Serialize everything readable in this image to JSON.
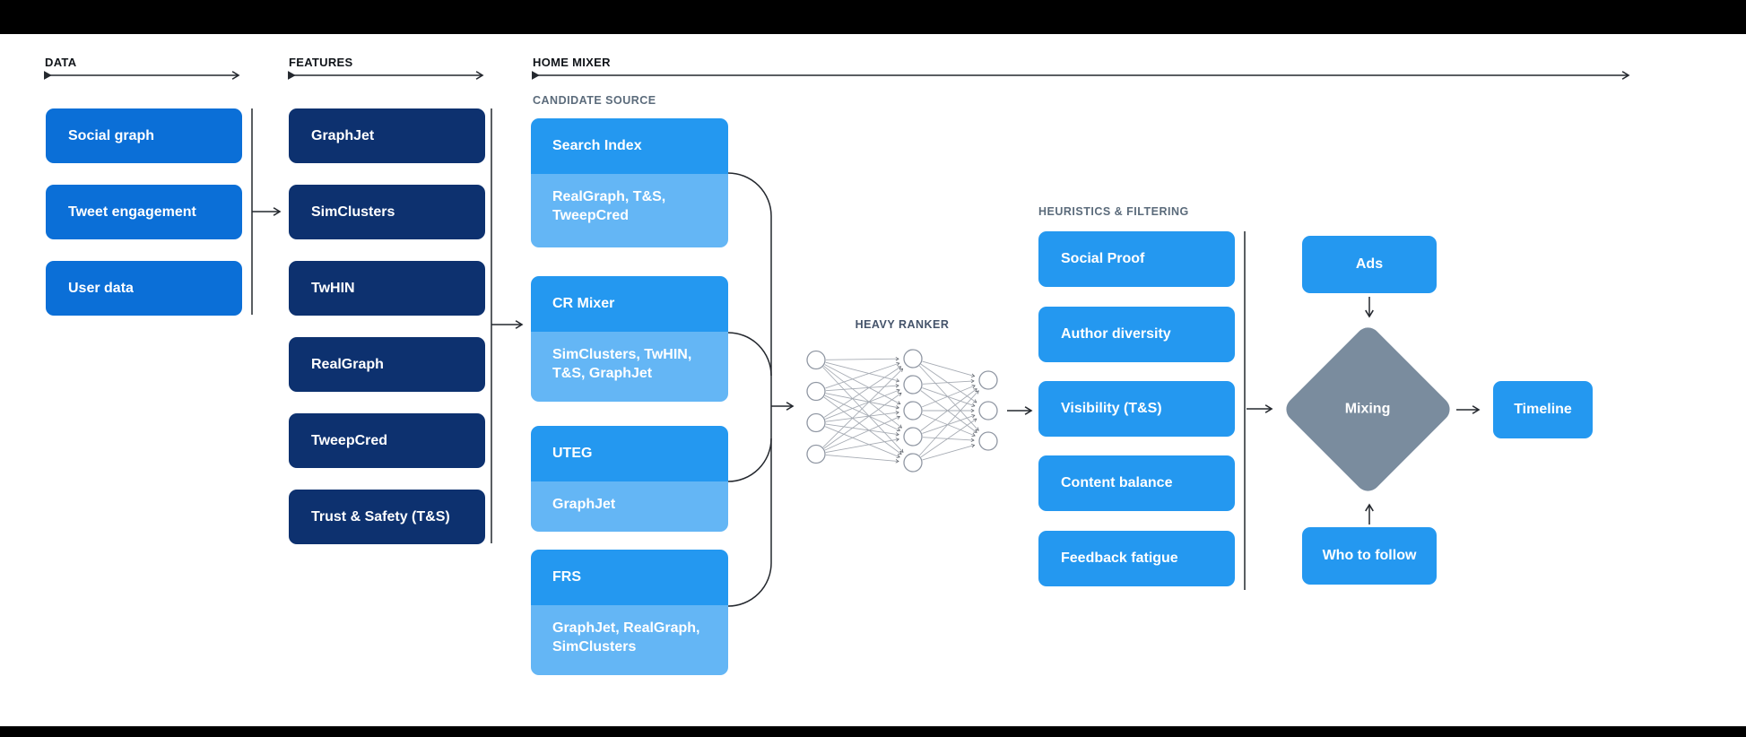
{
  "colors": {
    "background": "#FFFFFF",
    "frame_bar": "#000000",
    "data_box": "#0B6FD7",
    "feature_box": "#0D316F",
    "candidate_header_box": "#2498F0",
    "candidate_sub_box": "#64B6F5",
    "heuristic_box": "#2498F0",
    "output_box": "#2498F0",
    "mixing_diamond": "#7A8C9E",
    "box_text": "#FFFFFF",
    "header_text": "#101419",
    "subheader_text": "#5B6B7B",
    "ranker_label_text": "#44536A",
    "connector": "#24282E",
    "nn_node_stroke": "#9097A3",
    "nn_edge": "#A7ACB4",
    "nn_arrowhead": "#565B63"
  },
  "stages": {
    "data": {
      "header": "DATA",
      "items": [
        "Social graph",
        "Tweet engagement",
        "User data"
      ]
    },
    "features": {
      "header": "FEATURES",
      "items": [
        "GraphJet",
        "SimClusters",
        "TwHIN",
        "RealGraph",
        "TweepCred",
        "Trust & Safety (T&S)"
      ]
    },
    "home_mixer": {
      "header": "HOME MIXER"
    },
    "candidate_source": {
      "header": "CANDIDATE SOURCE",
      "sources": [
        {
          "name": "Search Index",
          "features": "RealGraph, T&S,\nTweepCred"
        },
        {
          "name": "CR Mixer",
          "features": "SimClusters, TwHIN,\nT&S, GraphJet"
        },
        {
          "name": "UTEG",
          "features": "GraphJet"
        },
        {
          "name": "FRS",
          "features": "GraphJet, RealGraph,\nSimClusters"
        }
      ]
    },
    "heavy_ranker": {
      "header": "HEAVY RANKER",
      "network_layers": [
        4,
        5,
        3
      ]
    },
    "heuristics": {
      "header": "HEURISTICS & FILTERING",
      "items": [
        "Social Proof",
        "Author diversity",
        "Visibility (T&S)",
        "Content balance",
        "Feedback fatigue"
      ]
    },
    "mixing": {
      "top_input": "Ads",
      "label": "Mixing",
      "bottom_input": "Who to follow",
      "output": "Timeline"
    }
  }
}
